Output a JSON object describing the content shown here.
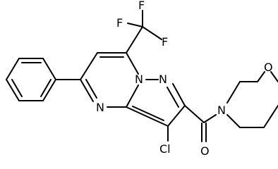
{
  "figure": {
    "type": "chemical-structure",
    "atom_labels": {
      "f_top": "F",
      "f_left": "F",
      "f_right": "F",
      "n_bridge": "N",
      "n_pyrazole": "N",
      "n_pyrimidine": "N",
      "cl": "Cl",
      "o_carbonyl": "O",
      "n_morpholine": "N",
      "o_morpholine": "O"
    },
    "colors": {
      "bond": "#000000",
      "label": "#000000",
      "background": "#ffffff"
    }
  }
}
